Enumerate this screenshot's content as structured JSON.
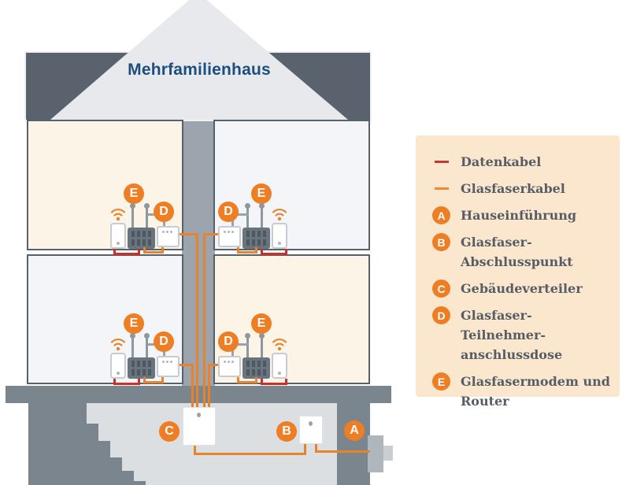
{
  "house": {
    "label": "Mehrfamilienhaus"
  },
  "badges": {
    "A": "A",
    "B": "B",
    "C": "C",
    "D": "D",
    "E": "E"
  },
  "legend": {
    "items": [
      {
        "kind": "swatch",
        "swatch_color": "#C43A2F",
        "label": "Datenkabel"
      },
      {
        "kind": "swatch",
        "swatch_color": "#EE8A33",
        "label": "Glasfaserkabel"
      },
      {
        "kind": "badge",
        "letter": "A",
        "lines": [
          "Hauseinführung"
        ]
      },
      {
        "kind": "badge",
        "letter": "B",
        "lines": [
          "Glasfaser-",
          "Abschlusspunkt"
        ]
      },
      {
        "kind": "badge",
        "letter": "C",
        "lines": [
          "Gebäudeverteiler"
        ]
      },
      {
        "kind": "badge",
        "letter": "D",
        "lines": [
          "Glasfaser-Teilnehmer-",
          "anschlussdose"
        ]
      },
      {
        "kind": "badge",
        "letter": "E",
        "lines": [
          "Glasfasermodem und",
          "Router"
        ]
      }
    ]
  },
  "colors": {
    "fiber_cable": "#E8832C",
    "data_cable": "#CF2E27",
    "badge_orange": "#EE7E23",
    "legend_background": "#FAE7CE",
    "title_blue": "#1C4E80",
    "wall_dark": "#5A636D",
    "room_cream": "#FCF4E6",
    "room_pale": "#F3F5F8"
  }
}
